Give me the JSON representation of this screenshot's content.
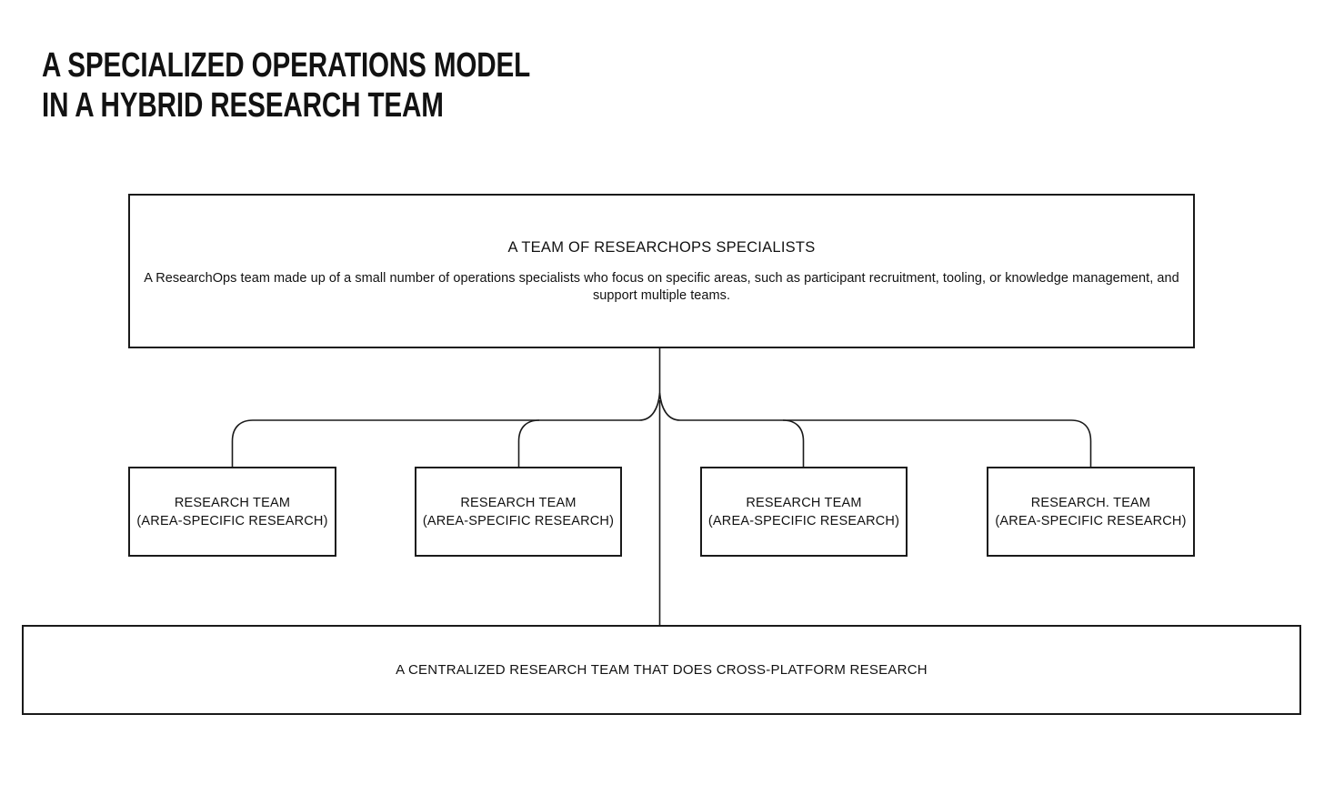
{
  "title": {
    "line1": "A SPECIALIZED OPERATIONS MODEL",
    "line2": "IN A HYBRID RESEARCH TEAM"
  },
  "diagram": {
    "type": "org-hierarchy",
    "root": {
      "heading": "A TEAM OF RESEARCHOPS SPECIALISTS",
      "description": "A ResearchOps team made up of a small number of operations specialists who focus on specific areas, such as participant recruitment, tooling, or knowledge management, and support multiple teams."
    },
    "children": [
      {
        "line1": "RESEARCH TEAM",
        "line2": "(AREA-SPECIFIC RESEARCH)"
      },
      {
        "line1": "RESEARCH TEAM",
        "line2": "(AREA-SPECIFIC RESEARCH)"
      },
      {
        "line1": "RESEARCH TEAM",
        "line2": "(AREA-SPECIFIC RESEARCH)"
      },
      {
        "line1": "RESEARCH. TEAM",
        "line2": "(AREA-SPECIFIC RESEARCH)"
      }
    ],
    "footer": {
      "label": "A CENTRALIZED RESEARCH TEAM THAT DOES CROSS-PLATFORM RESEARCH"
    }
  },
  "colors": {
    "background": "#ffffff",
    "ink": "#121212",
    "stroke": "#1a1a1a"
  }
}
